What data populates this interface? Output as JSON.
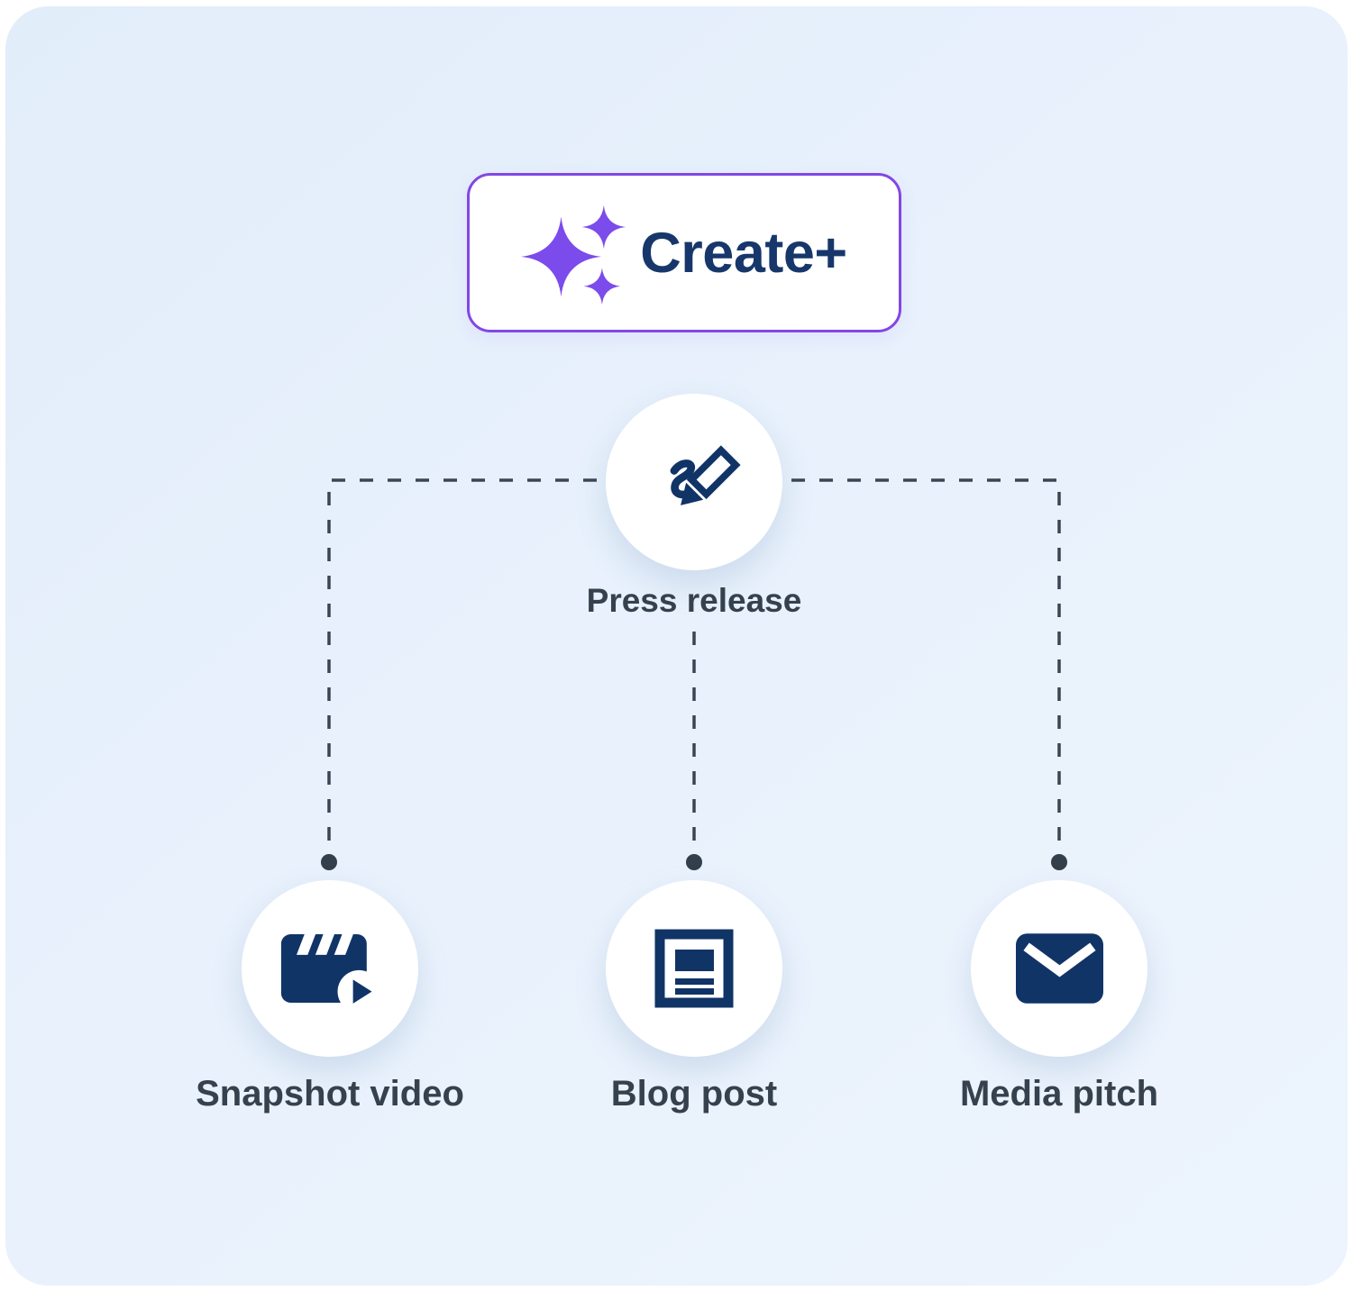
{
  "diagram": {
    "root_button": {
      "label": "Create+",
      "icon": "sparkles-icon"
    },
    "parent_node": {
      "label": "Press release",
      "icon": "pencil-signature-icon"
    },
    "child_nodes": [
      {
        "label": "Snapshot video",
        "icon": "video-clapperboard-icon"
      },
      {
        "label": "Blog post",
        "icon": "blog-document-icon"
      },
      {
        "label": "Media pitch",
        "icon": "envelope-icon"
      }
    ],
    "colors": {
      "panel_background": "#E8F1FC",
      "accent_purple": "#7C4BEC",
      "card_border_purple": "#8247E5",
      "create_text_navy": "#17376B",
      "icon_navy": "#113467",
      "label_slate": "#36414E",
      "connector_slate": "#3A4553",
      "node_background": "#FFFFFF"
    }
  }
}
